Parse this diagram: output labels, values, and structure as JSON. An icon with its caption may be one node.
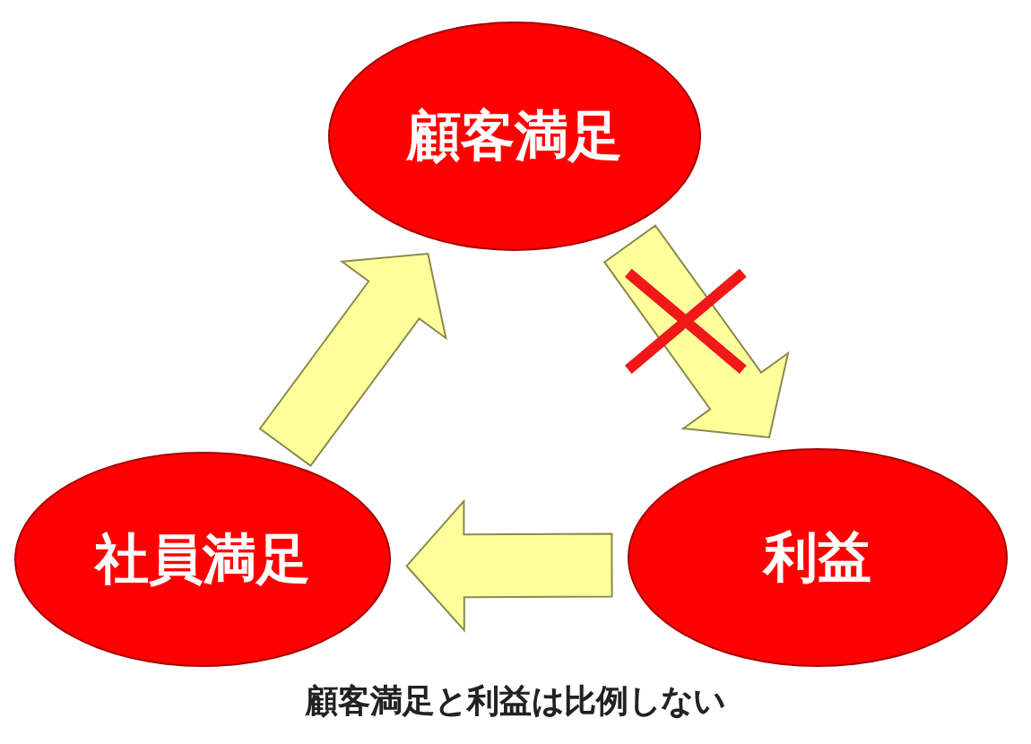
{
  "diagram": {
    "caption": "顧客満足と利益は比例しない",
    "nodes": [
      {
        "text": [
          "顧客満足"
        ]
      },
      {
        "text": [
          "社員満足"
        ]
      },
      {
        "text": [
          "利益"
        ]
      }
    ],
    "edges": [
      {
        "from": 0,
        "to": 2,
        "arrow": "to"
      },
      {
        "from": 2,
        "to": 1,
        "arrow": "to"
      },
      {
        "from": 1,
        "to": 0,
        "arrow": "to"
      }
    ]
  }
}
